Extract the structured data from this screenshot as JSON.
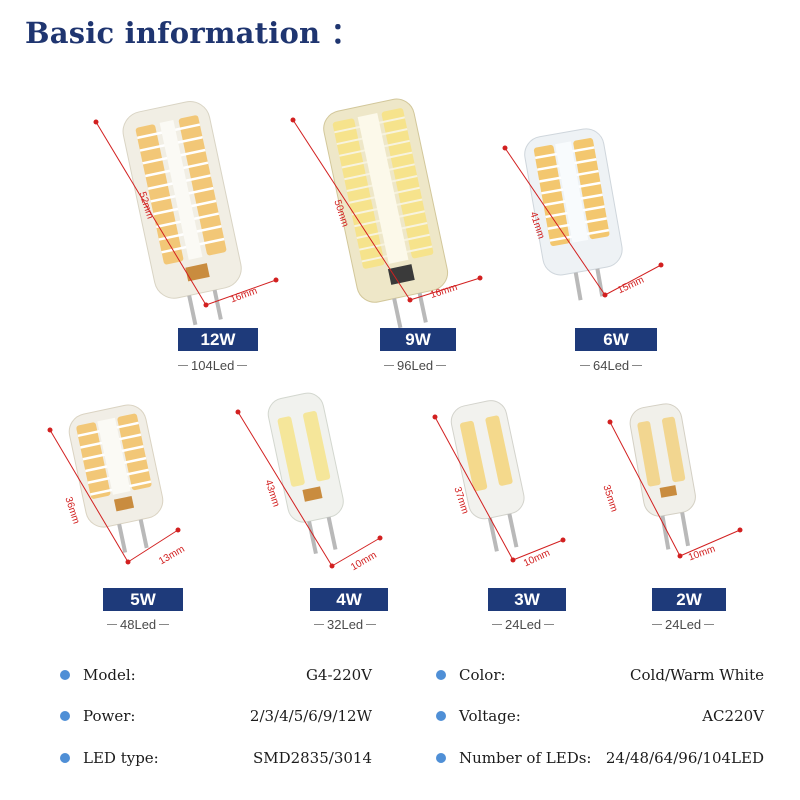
{
  "title": "Basic information ：",
  "bulbs": [
    {
      "power": "12W",
      "leds": "104Led",
      "height": "52mm",
      "width": "16mm"
    },
    {
      "power": "9W",
      "leds": "96Led",
      "height": "50mm",
      "width": "16mm"
    },
    {
      "power": "6W",
      "leds": "64Led",
      "height": "41mm",
      "width": "15mm"
    },
    {
      "power": "5W",
      "leds": "48Led",
      "height": "36mm",
      "width": "13mm"
    },
    {
      "power": "4W",
      "leds": "32Led",
      "height": "43mm",
      "width": "10mm"
    },
    {
      "power": "3W",
      "leds": "24Led",
      "height": "37mm",
      "width": "10mm"
    },
    {
      "power": "2W",
      "leds": "24Led",
      "height": "35mm",
      "width": "10mm"
    }
  ],
  "specs": [
    {
      "label": "Model:",
      "value": "G4-220V"
    },
    {
      "label": "Color:",
      "value": "Cold/Warm White"
    },
    {
      "label": "Power:",
      "value": "2/3/4/5/6/9/12W"
    },
    {
      "label": "Voltage:",
      "value": "AC220V"
    },
    {
      "label": "LED type:",
      "value": "SMD2835/3014"
    },
    {
      "label": "Number of LEDs:",
      "value": "24/48/64/96/104LED"
    }
  ],
  "colors": {
    "badge": "#1e3a7a",
    "dimension_line": "#d22020",
    "bullet": "#4f8fd6",
    "title": "#1f3570"
  },
  "icons": {
    "bullet": "dot-icon"
  }
}
